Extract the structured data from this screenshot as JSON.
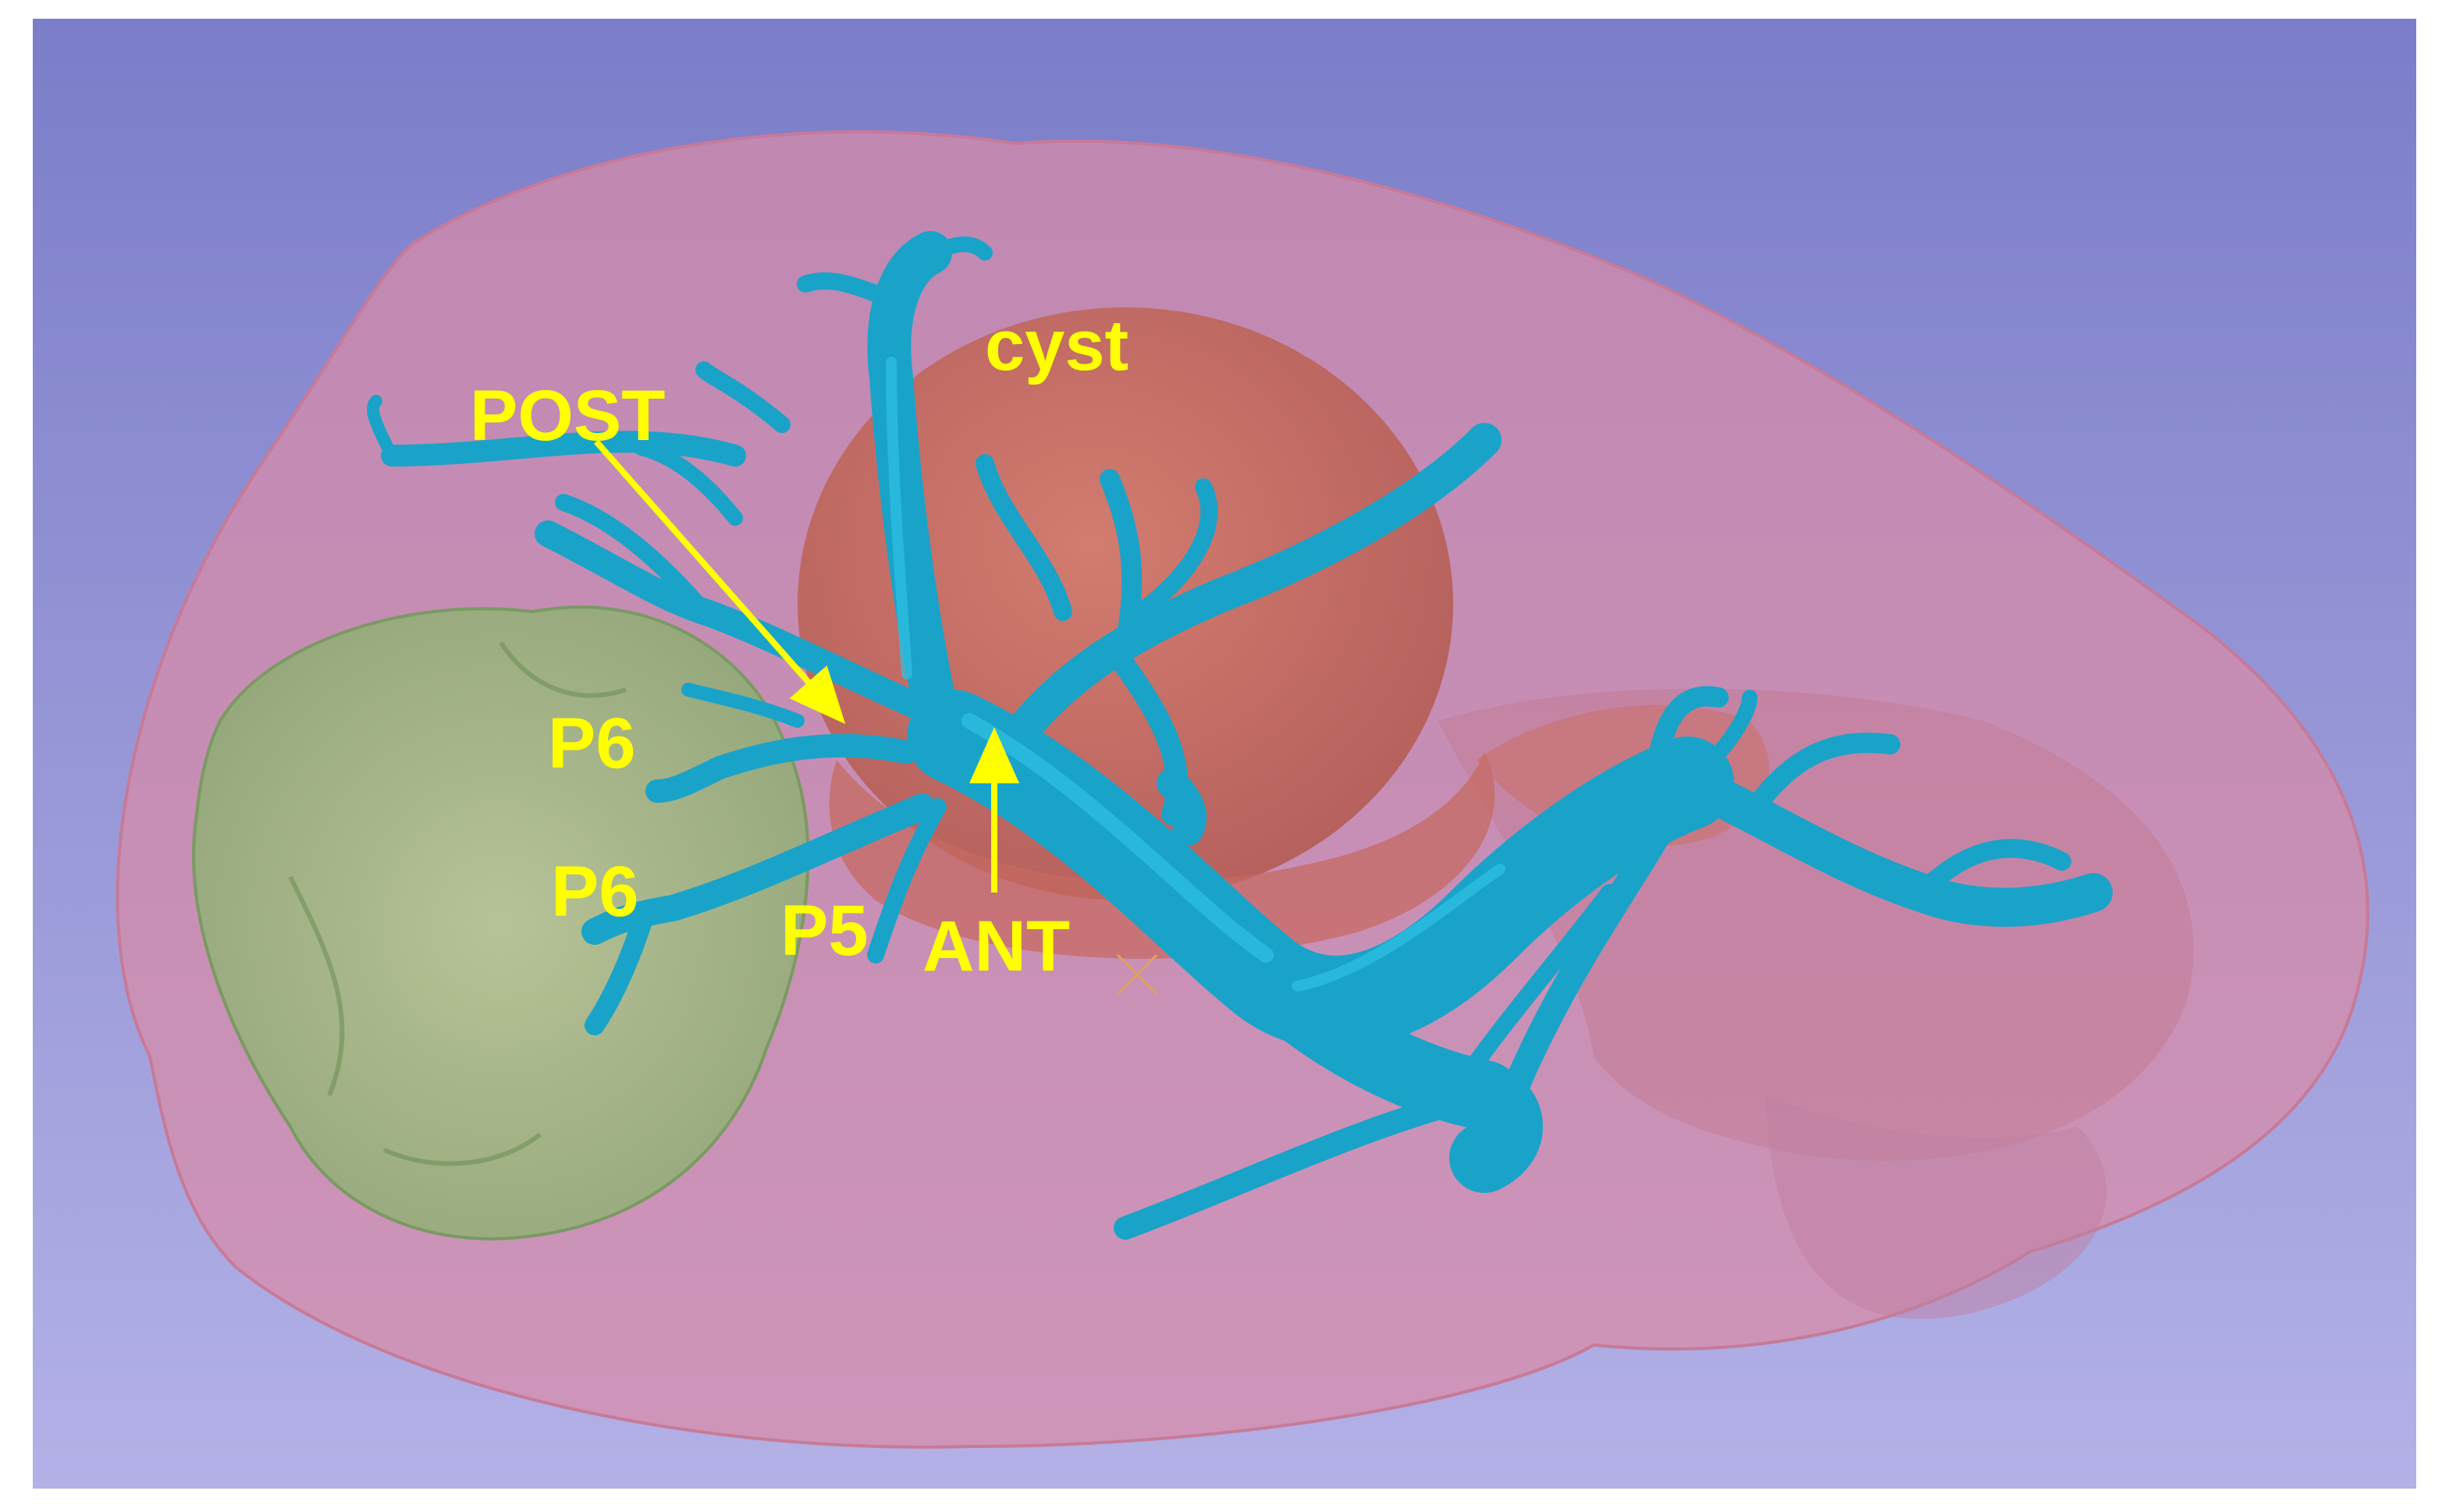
{
  "labels": {
    "cyst": "cyst",
    "post": "POST",
    "p6_upper": "P6",
    "p6_lower": "P6",
    "p5": "P5",
    "ant": "ANT"
  },
  "colors": {
    "background_top": "#7b7dc9",
    "background_bottom": "#b3b1e6",
    "liver": "#d98aa8",
    "cyst": "#c46a5a",
    "tumor": "#9fbf7f",
    "vessel": "#1aa3c9",
    "vessel_dark": "#0f7fa3",
    "annotation": "#ffff00"
  }
}
